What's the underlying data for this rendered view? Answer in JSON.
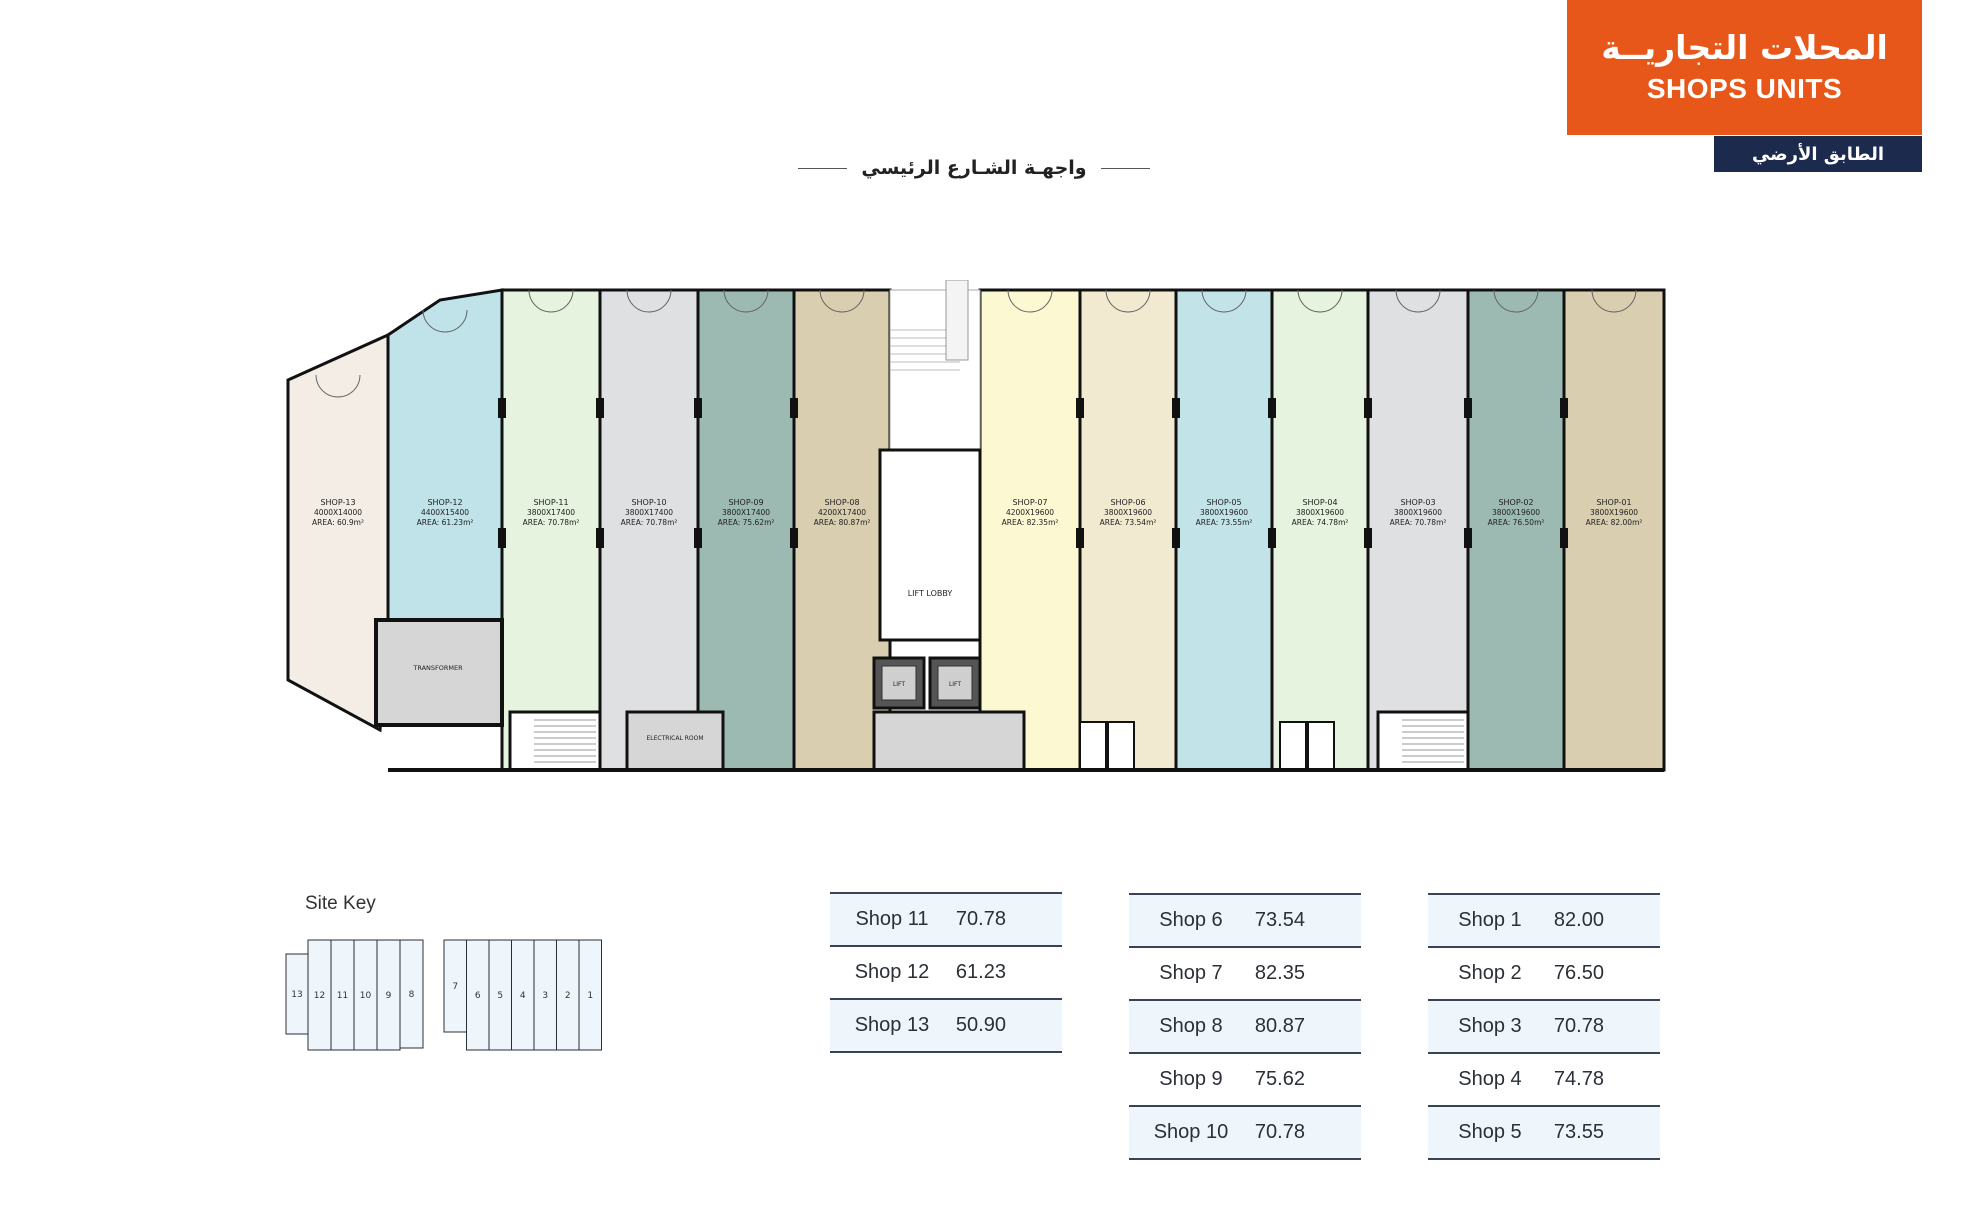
{
  "header": {
    "title_ar": "المحلات التجاريــة",
    "title_en": "SHOPS UNITS",
    "floor_ar": "الطابق الأرضي"
  },
  "street_label": "واجهـة الشـارع الرئيسي",
  "plan": {
    "lift_lobby": "LIFT LOBBY",
    "lift_label": "LIFT",
    "transformer": "TRANSFORMER",
    "electrical_room": "ELECTRICAL ROOM",
    "shops": [
      {
        "id": "SHOP-13",
        "dims": "4000X14000",
        "area": "AREA: 60.9m²",
        "color": "#f3ede6"
      },
      {
        "id": "SHOP-12",
        "dims": "4400X15400",
        "area": "AREA: 61.23m²",
        "color": "#bfe3e9"
      },
      {
        "id": "SHOP-11",
        "dims": "3800X17400",
        "area": "AREA: 70.78m²",
        "color": "#e6f3de"
      },
      {
        "id": "SHOP-10",
        "dims": "3800X17400",
        "area": "AREA: 70.78m²",
        "color": "#dfe0e2"
      },
      {
        "id": "SHOP-09",
        "dims": "3800X17400",
        "area": "AREA: 75.62m²",
        "color": "#9cbab1"
      },
      {
        "id": "SHOP-08",
        "dims": "4200X17400",
        "area": "AREA: 80.87m²",
        "color": "#d9cfb0"
      },
      {
        "id": "SHOP-07",
        "dims": "4200X19600",
        "area": "AREA: 82.35m²",
        "color": "#fcf9d2"
      },
      {
        "id": "SHOP-06",
        "dims": "3800X19600",
        "area": "AREA: 73.54m²",
        "color": "#f2ead0"
      },
      {
        "id": "SHOP-05",
        "dims": "3800X19600",
        "area": "AREA: 73.55m²",
        "color": "#c2e3e8"
      },
      {
        "id": "SHOP-04",
        "dims": "3800X19600",
        "area": "AREA: 74.78m²",
        "color": "#e6f3de"
      },
      {
        "id": "SHOP-03",
        "dims": "3800X19600",
        "area": "AREA: 70.78m²",
        "color": "#dfe0e2"
      },
      {
        "id": "SHOP-02",
        "dims": "3800X19600",
        "area": "AREA: 76.50m²",
        "color": "#9cbab1"
      },
      {
        "id": "SHOP-01",
        "dims": "3800X19600",
        "area": "AREA: 82.00m²",
        "color": "#d9cfb0"
      }
    ]
  },
  "site_key": {
    "title": "Site Key",
    "left_numbers": [
      "13",
      "12",
      "11",
      "10",
      "9",
      "8"
    ],
    "right_numbers": [
      "7",
      "6",
      "5",
      "4",
      "3",
      "2",
      "1"
    ]
  },
  "tables": [
    [
      {
        "name": "Shop 11",
        "value": "70.78"
      },
      {
        "name": "Shop 12",
        "value": "61.23"
      },
      {
        "name": "Shop 13",
        "value": "50.90"
      }
    ],
    [
      {
        "name": "Shop 6",
        "value": "73.54"
      },
      {
        "name": "Shop 7",
        "value": "82.35"
      },
      {
        "name": "Shop 8",
        "value": "80.87"
      },
      {
        "name": "Shop 9",
        "value": "75.62"
      },
      {
        "name": "Shop 10",
        "value": "70.78"
      }
    ],
    [
      {
        "name": "Shop 1",
        "value": "82.00"
      },
      {
        "name": "Shop 2",
        "value": "76.50"
      },
      {
        "name": "Shop 3",
        "value": "70.78"
      },
      {
        "name": "Shop 4",
        "value": "74.78"
      },
      {
        "name": "Shop 5",
        "value": "73.55"
      }
    ]
  ],
  "colors": {
    "accent_orange": "#e8571a",
    "navy": "#1c2a4d",
    "wall": "#111111",
    "table_alt_row": "#eef6fb"
  }
}
